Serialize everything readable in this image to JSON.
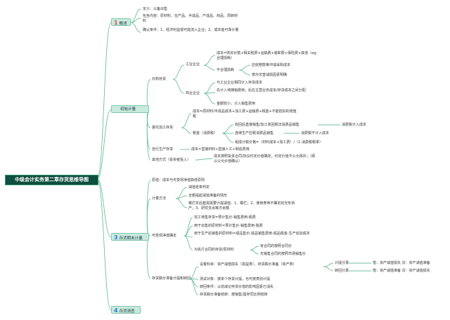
{
  "root": "中级会计实务第二章存货思维导图",
  "m1": {
    "num": "1",
    "label": "概述",
    "items": [
      "定义：以备出售",
      "包含内容：原材料、在产品、半成品、产成品、商品、周转材料",
      "确认条件：1、经济利益很可能流入企业；2、成本能可靠计量"
    ]
  },
  "m2": {
    "label": "初始计量",
    "waigou": "外购存货",
    "gongye": "工业企业",
    "gongye_cost": "成本=购买价款+相关税费+运输费+装卸费+保险费+其他（eg：合理损耗）",
    "not_cost": "不合理损耗",
    "not_cost_a": "应收赔款等冲减采购成本",
    "not_cost_b": "意外灾害减损因素明确",
    "shangye": "商业企业",
    "shangye_a": "与工业企业相同计入存货成本",
    "shangye_b": "先计入待摊销费用，后在主营业务成本/存货成本之间分配",
    "shangye_c": "金额较小，计入销售费用",
    "weituo": "委托加工存货",
    "weituo_cost": "成本=原材料/半成品成本+加工费+运输费+税金+不能抵扣的增值税",
    "shuijin": "税金（消费税）",
    "shuijin_a": "收回后直接销售/加工收回税法消费品销售",
    "shuijin_a_r": "消费税计入成本",
    "shuijin_b": "连续生产应税消费品销售",
    "shuijin_b_r": "消费税不计入成本",
    "shuijin_c": "组成计税价格=（材料成本+加工费）/（1-消费税税率）",
    "zixing": "自行生产存货",
    "zixing_cost": "成本=直接材料+直接人工+制造费用",
    "qita": "其他方式（投资者投入）",
    "qita_cost": "成本按照投资合同/协议约定价值确定，约定价值不公允除外；（即以公允价值确认）"
  },
  "m3": {
    "num": "3",
    "label": "存货期末计量",
    "yuanze": "原值：成本与可变现净值孰低原则",
    "jiliang": "计量方法",
    "jiliang_a": "减值逐条判定",
    "jiliang_b": "全额提起减值准备的情形",
    "jiliang_c": "霉烂年后套需需要计提减值：1、霉烂；2、使用寿命不确定的无形资产；3、研究支出等方余额",
    "kebian": "可变现净值确定",
    "kebian_a": "完工待售存货=预计售价-销售费用-税费",
    "kebian_b": "用于出售的原材料=预计售价-销售费用-税费",
    "kebian_c": "用于生产后销售的原材料=成品售价-成品销售费用-成品税金-生产追加成本",
    "hetong": "为执行合同的存货/原材料",
    "hetong_a": "有合同的按照合同价",
    "hetong_b": "无销售合同的按照市场销售价",
    "diejia": "存货跌价准备计提和转回",
    "diejia_a": "设置科目：资产减值损失（损益类）、存货跌价准备（资产类）",
    "jiti": "计提分录",
    "jiti_r": "借：资产减值损失 贷：资产减值准备",
    "zhuanhui": "转回分录",
    "zhuanhui_r": "借：资产减值准备 贷：资产减值损失",
    "diejia_b": "测试对象：按单个存货计提，也可按类别计提",
    "diejia_c": "转回条件：以前减记存货价值的影响因素已消失",
    "diejia_d": "存货跌价准备结转：按销售/留存同比例结转"
  },
  "m4": {
    "num": "4",
    "label": "存货清查"
  },
  "colors": {
    "branch": "#6fbf9d",
    "root_bg": "#0e4f3f",
    "box_bg": "#c8ebde",
    "red_num": "#e64a3f",
    "blue_num": "#2f7cd6"
  }
}
